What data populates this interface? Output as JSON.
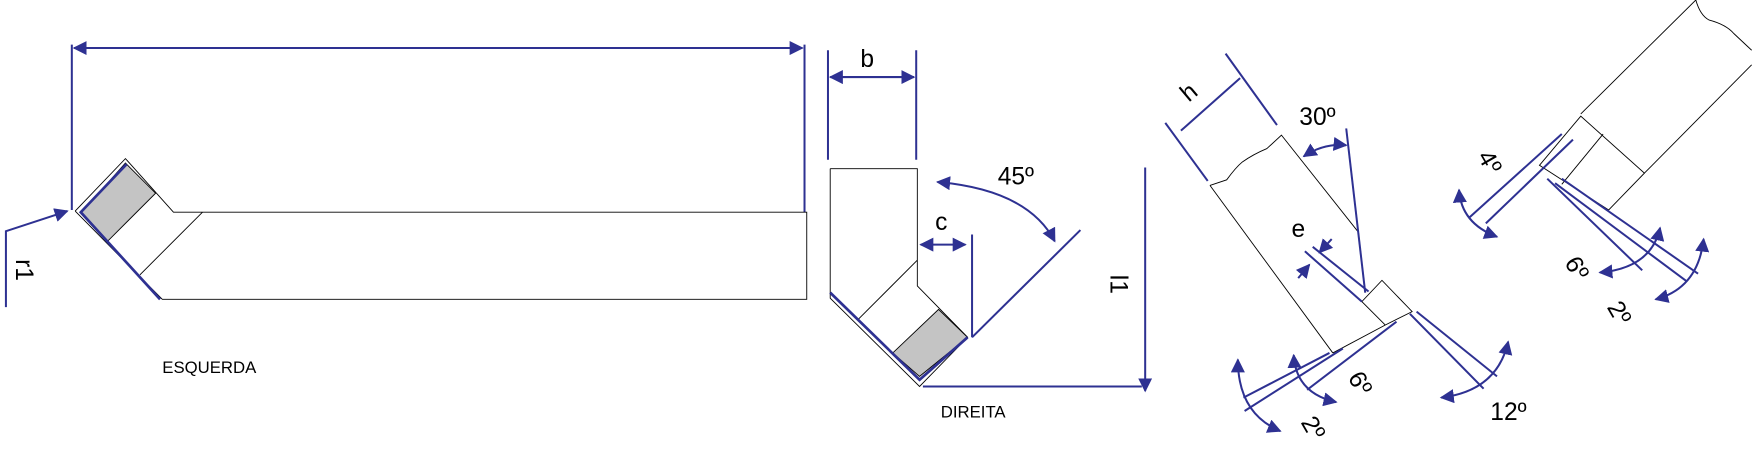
{
  "left_tool": {
    "caption": "ESQUERDA",
    "radius_label": "r1"
  },
  "right_tool": {
    "caption": "DIREITA",
    "width_label": "b",
    "offset_label": "c",
    "angle_label": "45º",
    "length_label": "l1"
  },
  "side_view": {
    "height_label": "h",
    "angle_top": "30º",
    "thickness_label": "e",
    "angle_6": "6º",
    "angle_2": "2º",
    "angle_12": "12º"
  },
  "end_view": {
    "angle_4": "4º",
    "angle_6": "6º",
    "angle_2": "2º"
  },
  "colors": {
    "dimension": "#2e3192",
    "insert": "#c4c4c4",
    "outline": "#000000"
  }
}
